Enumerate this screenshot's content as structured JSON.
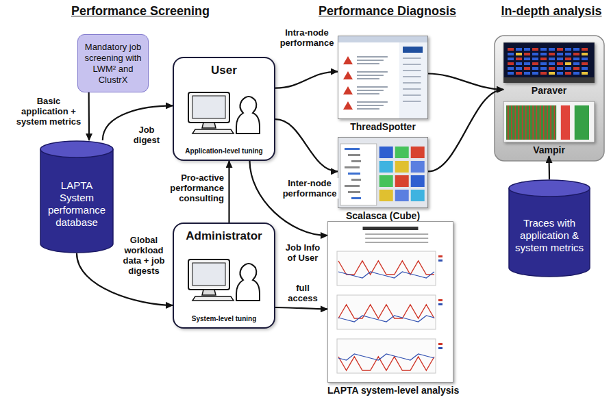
{
  "diagram": {
    "nodes": [
      {
        "text": [
          "Mandatory job screening with LWM² and ClustrX"
        ]
      },
      {
        "text": [
          "LAPTA System performance database"
        ]
      },
      {
        "text": [
          "User",
          "Application-level tuning"
        ]
      },
      {
        "text": [
          "Administrator",
          "System-level tuning"
        ]
      },
      {
        "text": [
          "ThreadSpotter"
        ]
      },
      {
        "text": [
          "Scalasca (Cube)"
        ]
      },
      {
        "text": [
          "LAPTA system-level analysis"
        ]
      },
      {
        "text": [
          "Paraver"
        ]
      },
      {
        "text": [
          "Vampir"
        ]
      },
      {
        "text": [
          "Traces with application & system metrics"
        ]
      }
    ],
    "edges": [
      {
        "from": 0,
        "to": 1,
        "label": "Basic application + system metrics",
        "arrow": "to"
      },
      {
        "from": 1,
        "to": 2,
        "label": "Job digest",
        "arrow": "to"
      },
      {
        "from": 1,
        "to": 3,
        "label": "Global workload data + job digests",
        "arrow": "to"
      },
      {
        "from": 3,
        "to": 2,
        "label": "Pro-active performance consulting",
        "arrow": "to"
      },
      {
        "from": 2,
        "to": 4,
        "label": "Intra-node performance",
        "arrow": "to"
      },
      {
        "from": 2,
        "to": 5,
        "label": "Inter-node performance",
        "arrow": "to"
      },
      {
        "from": 2,
        "to": 6,
        "label": "Job Info of User",
        "arrow": "to"
      },
      {
        "from": 3,
        "to": 6,
        "label": "full access",
        "arrow": "to"
      },
      {
        "from": 4,
        "to": 7,
        "arrow": "to"
      },
      {
        "from": 5,
        "to": 7,
        "arrow": "to"
      },
      {
        "from": 9,
        "to": 8,
        "arrow": "to"
      }
    ],
    "labels": [
      "Performance Screening",
      "Performance Diagnosis",
      "In-depth analysis"
    ]
  }
}
